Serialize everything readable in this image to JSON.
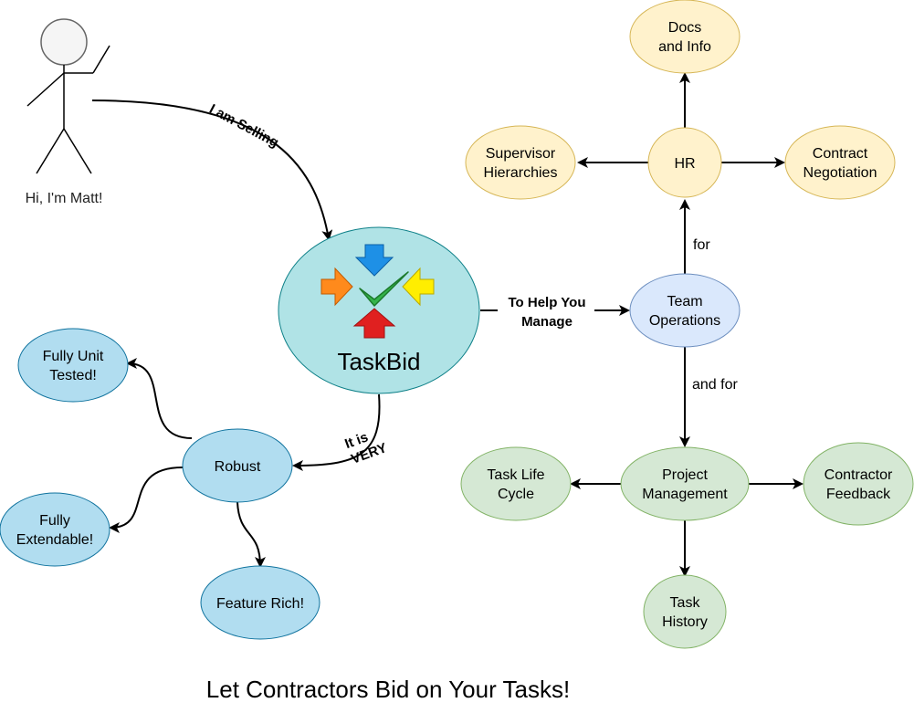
{
  "actor": {
    "caption": "Hi, I'm Matt!"
  },
  "main_node": {
    "label": "TaskBid"
  },
  "edges": {
    "selling": "I am Selling",
    "help_line1": "To Help You",
    "help_line2": "Manage",
    "for": "for",
    "and_for": "and for",
    "very_line1": "It is",
    "very_line2": "VERY"
  },
  "team_ops": {
    "line1": "Team",
    "line2": "Operations"
  },
  "hr_group": {
    "hr": "HR",
    "docs": {
      "line1": "Docs",
      "line2": "and Info"
    },
    "supervisor": {
      "line1": "Supervisor",
      "line2": "Hierarchies"
    },
    "contract": {
      "line1": "Contract",
      "line2": "Negotiation"
    }
  },
  "pm_group": {
    "pm": {
      "line1": "Project",
      "line2": "Management"
    },
    "lifecycle": {
      "line1": "Task Life",
      "line2": "Cycle"
    },
    "feedback": {
      "line1": "Contractor",
      "line2": "Feedback"
    },
    "history": {
      "line1": "Task",
      "line2": "History"
    }
  },
  "robust_group": {
    "robust": "Robust",
    "tested": {
      "line1": "Fully Unit",
      "line2": "Tested!"
    },
    "extendable": {
      "line1": "Fully",
      "line2": "Extendable!"
    },
    "feature": "Feature Rich!"
  },
  "footer": {
    "tagline": "Let Contractors Bid on Your Tasks!"
  },
  "colors": {
    "hr_fill": "#fff2cc",
    "hr_stroke": "#d6b656",
    "team_fill": "#dae8fc",
    "team_stroke": "#6c8ebf",
    "pm_fill": "#d5e8d4",
    "pm_stroke": "#82b366",
    "robust_fill": "#b1ddf0",
    "robust_stroke": "#10739e",
    "main_fill": "#b0e3e6",
    "main_stroke": "#0e8088"
  }
}
